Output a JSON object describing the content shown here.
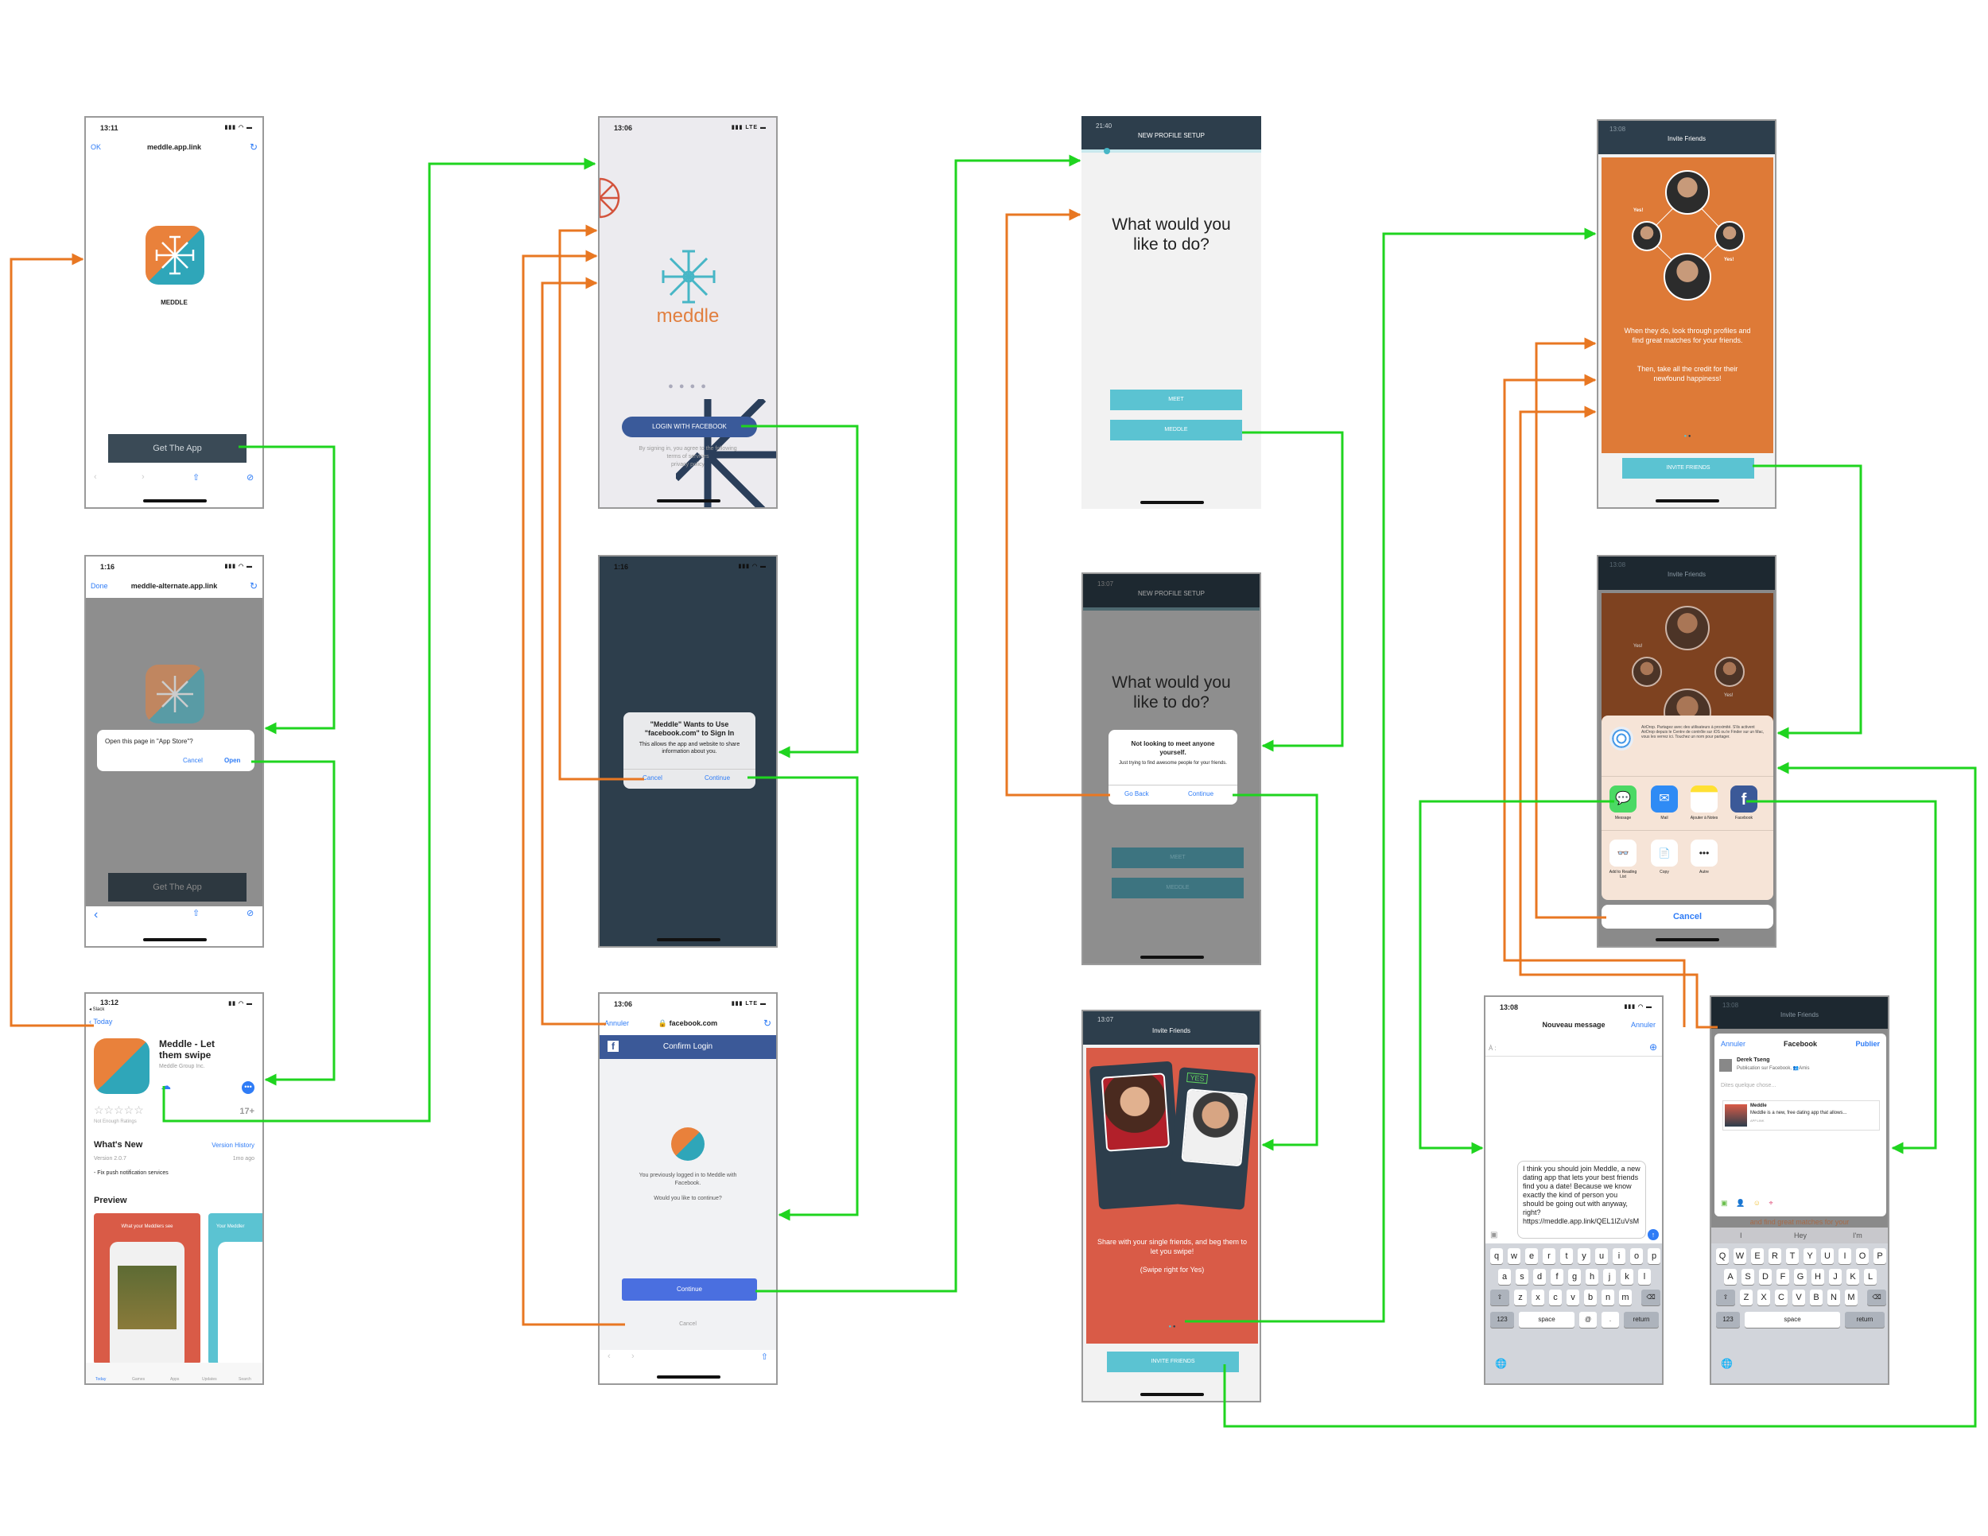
{
  "colors": {
    "orange_arrow": "#e87722",
    "green_arrow": "#1fd41f",
    "meddle_orange": "#e9813b",
    "meddle_teal": "#2fa6b9",
    "invite_orange": "#de7a37",
    "share_red": "#d95b47",
    "facebook_blue": "#3b5998"
  },
  "s1": {
    "time": "13:11",
    "url_left": "OK",
    "url": "meddle.app.link",
    "app_name": "MEDDLE",
    "button": "Get The App"
  },
  "s2": {
    "time": "1:16",
    "url_left": "Done",
    "url": "meddle-alternate.app.link",
    "alert_text": "Open this page in \"App Store\"?",
    "cancel": "Cancel",
    "open": "Open",
    "button": "Get The App"
  },
  "s3": {
    "time": "13:12",
    "back_small": "◂ Slack",
    "back": "Today",
    "title": "Meddle - Let them swipe",
    "developer": "Meddle Group Inc.",
    "age": "17+",
    "ratings": "Not Enough Ratings",
    "whats_new": "What's New",
    "version_history": "Version History",
    "version": "Version 2.0.7",
    "ago": "1mo ago",
    "change": "- Fix push notification services",
    "preview": "Preview",
    "preview_caption": "What your Meddlers see",
    "preview_caption2": "Your Meddler",
    "tabs": [
      "Today",
      "Games",
      "Apps",
      "Updates",
      "Search"
    ]
  },
  "s4": {
    "time": "13:06",
    "carrier": "LTE",
    "logo": "meddle",
    "login": "LOGIN WITH FACEBOOK",
    "terms1": "By signing in, you agree to the following",
    "terms2": "terms of services",
    "terms3": "privacy policy"
  },
  "s5": {
    "time": "1:16",
    "alert_title": "\"Meddle\" Wants to Use \"facebook.com\" to Sign In",
    "alert_body": "This allows the app and website to share information about you.",
    "cancel": "Cancel",
    "continue": "Continue"
  },
  "s6": {
    "time": "13:06",
    "carrier": "LTE",
    "url_left": "Annuler",
    "url": "facebook.com",
    "header": "Confirm Login",
    "text1": "You previously logged in to Meddle with Facebook.",
    "text2": "Would you like to continue?",
    "continue": "Continue",
    "cancel": "Cancel"
  },
  "s7": {
    "time": "21:40",
    "nav": "NEW PROFILE SETUP",
    "question": "What would you like to do?",
    "meet": "MEET",
    "meddle": "MEDDLE"
  },
  "s8": {
    "time": "13:07",
    "nav": "NEW PROFILE SETUP",
    "question": "What would you like to do?",
    "alert_title": "Not looking to meet anyone yourself.",
    "alert_body": "Just trying to find awesome people for your friends.",
    "go_back": "Go Back",
    "continue": "Continue",
    "meet": "MEET",
    "meddle": "MEDDLE"
  },
  "s9": {
    "time": "13:07",
    "nav": "Invite Friends",
    "yes_tag": "YES",
    "caption": "Share with your single friends, and beg them to let you swipe!",
    "caption2": "(Swipe right for Yes)",
    "button": "INVITE FRIENDS"
  },
  "s10": {
    "time": "13:08",
    "nav": "Invite Friends",
    "yes1": "Yes!",
    "yes2": "Yes!",
    "text1": "When they do, look through profiles and find great matches for your friends.",
    "text2": "Then, take all the credit for their newfound happiness!",
    "button": "INVITE FRIENDS"
  },
  "s11": {
    "time": "13:08",
    "nav": "Invite Friends",
    "yes1": "Yes!",
    "yes2": "Yes!",
    "airdrop": "AirDrop. Partagez avec des utilisateurs à proximité. S'ils activent AirDrop depuis le Centre de contrôle sur iOS ou le Finder sur un Mac, vous les verrez ici. Touchez un nom pour partager.",
    "apps": [
      "Message",
      "Mail",
      "Ajouter à Notes",
      "Facebook"
    ],
    "actions": [
      "Add to Reading List",
      "Copy",
      "Autre"
    ],
    "cancel": "Cancel"
  },
  "s12": {
    "time": "13:08",
    "title": "Nouveau message",
    "cancel": "Annuler",
    "to": "À :",
    "message": "I think you should join Meddle, a new dating app that lets your best friends find you a date! Because we know exactly the kind of person you should be going out with anyway, right? https://meddle.app.link/QEL1lZuVsM",
    "kb_row1": [
      "q",
      "w",
      "e",
      "r",
      "t",
      "y",
      "u",
      "i",
      "o",
      "p"
    ],
    "kb_row2": [
      "a",
      "s",
      "d",
      "f",
      "g",
      "h",
      "j",
      "k",
      "l"
    ],
    "kb_row3": [
      "z",
      "x",
      "c",
      "v",
      "b",
      "n",
      "m"
    ],
    "kb_123": "123",
    "kb_space": "space",
    "kb_at": "@",
    "kb_dot": ".",
    "kb_return": "return"
  },
  "s13": {
    "time": "13:08",
    "nav": "Invite Friends",
    "cancel": "Annuler",
    "title": "Facebook",
    "publish": "Publier",
    "user": "Derek Tseng",
    "privacy": "Publication sur Facebook, 👥Amis",
    "placeholder": "Dites quelque chose...",
    "link_title": "Meddle",
    "link_desc": "Meddle is a new, free dating app that allows...",
    "link_domain": "APP.LINK",
    "bg_text": "and find great matches for your",
    "suggest": [
      "I",
      "Hey",
      "I'm"
    ],
    "kb_row1": [
      "Q",
      "W",
      "E",
      "R",
      "T",
      "Y",
      "U",
      "I",
      "O",
      "P"
    ],
    "kb_row2": [
      "A",
      "S",
      "D",
      "F",
      "G",
      "H",
      "J",
      "K",
      "L"
    ],
    "kb_row3": [
      "Z",
      "X",
      "C",
      "V",
      "B",
      "N",
      "M"
    ],
    "kb_123": "123",
    "kb_space": "space",
    "kb_return": "return"
  }
}
